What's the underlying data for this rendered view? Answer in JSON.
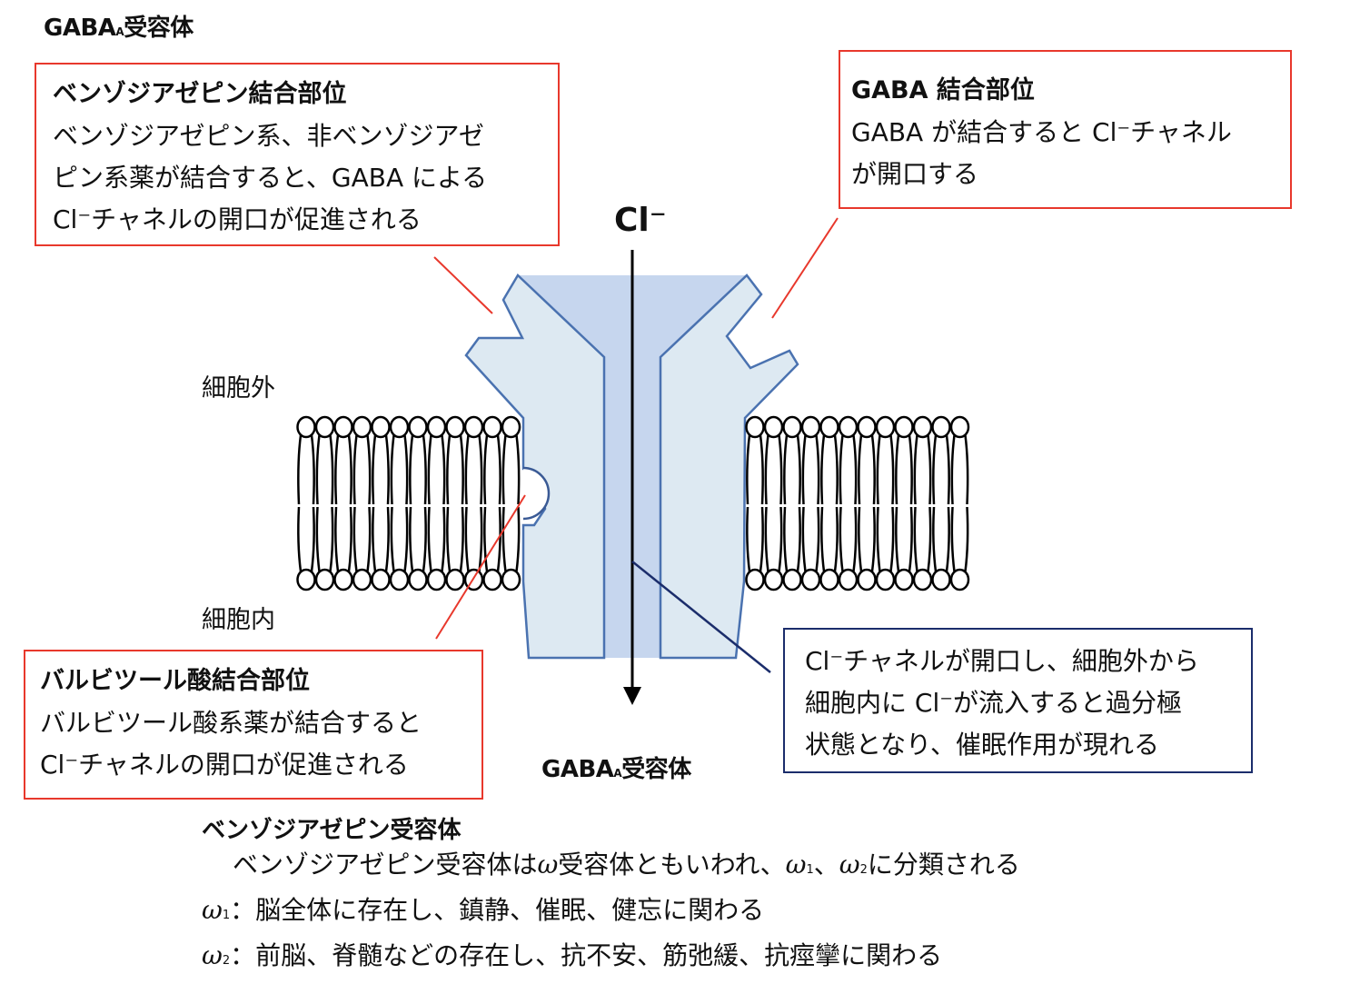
{
  "title": {
    "main": "GABA",
    "sub": "A",
    "suffix": "受容体"
  },
  "colors": {
    "callout_red": "#e8382c",
    "callout_navy": "#1b2d6b",
    "receptor_fill": "#dde9f2",
    "receptor_stroke": "#4a72b0",
    "channel_fill": "#c6d6ee"
  },
  "benzo_box": {
    "heading": "ベンゾジアゼピン結合部位",
    "lines": [
      "ベンゾジアゼピン系、非ベンゾジアゼ",
      "ピン系薬が結合すると、GABA による",
      "Cl⁻チャネルの開口が促進される"
    ]
  },
  "gaba_box": {
    "heading": "GABA 結合部位",
    "lines": [
      "GABA が結合すると Cl⁻チャネル",
      "が開口する"
    ]
  },
  "barb_box": {
    "heading": "バルビツール酸結合部位",
    "lines": [
      "バルビツール酸系薬が結合すると",
      "Cl⁻チャネルの開口が促進される"
    ]
  },
  "channel_box": {
    "lines": [
      "Cl⁻チャネルが開口し、細胞外から",
      "細胞内に Cl⁻が流入すると過分極",
      "状態となり、催眠作用が現れる"
    ]
  },
  "labels": {
    "ion": "Cl⁻",
    "extracellular": "細胞外",
    "intracellular": "細胞内",
    "receptor_main": "GABA",
    "receptor_sub": "A",
    "receptor_suffix": "受容体"
  },
  "bottom": {
    "heading": "ベンゾジアゼピン受容体",
    "intro_pre": "ベンゾジアゼピン受容体は",
    "intro_omega": "ω",
    "intro_mid": "受容体ともいわれ、",
    "intro_o1": "ω",
    "intro_o1_sub": "1",
    "intro_sep": "、",
    "intro_o2": "ω",
    "intro_o2_sub": "2",
    "intro_post": "に分類される",
    "omega1": {
      "symbol": "ω",
      "sub": "1",
      "text": "：脳全体に存在し、鎮静、催眠、健忘に関わる"
    },
    "omega2": {
      "symbol": "ω",
      "sub": "2",
      "text": "：前脳、脊髄などの存在し、抗不安、筋弛緩、抗痙攣に関わる"
    }
  },
  "membrane": {
    "left_lipids": 12,
    "right_lipids": 12
  }
}
